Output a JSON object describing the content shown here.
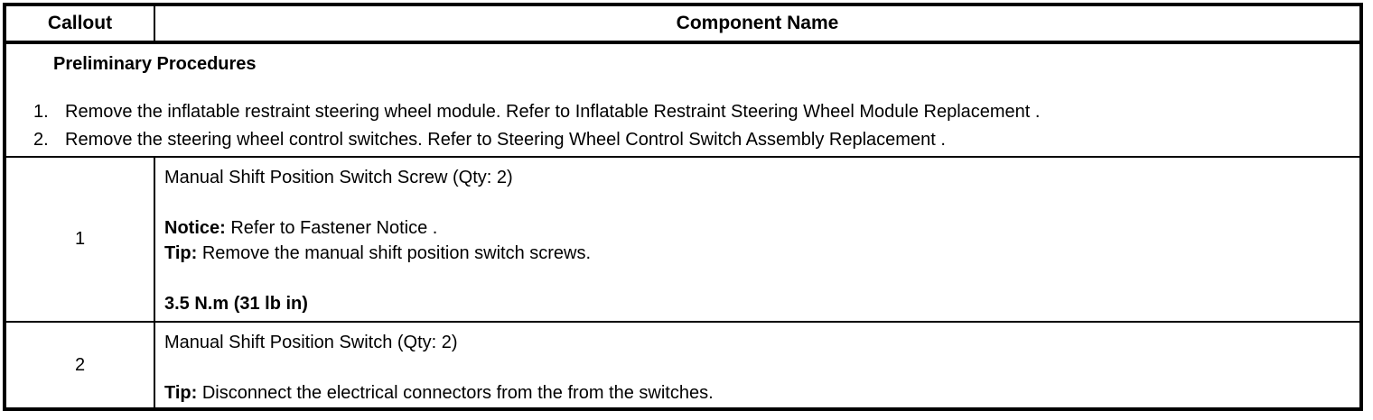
{
  "table": {
    "header": {
      "callout": "Callout",
      "component_name": "Component Name"
    },
    "preliminary": {
      "title": "Preliminary Procedures",
      "steps": [
        {
          "num": "1.",
          "text": "Remove the inflatable restraint steering wheel module. Refer to Inflatable Restraint Steering Wheel Module Replacement ."
        },
        {
          "num": "2.",
          "text": "Remove the steering wheel control switches. Refer to Steering Wheel Control Switch Assembly Replacement ."
        }
      ]
    },
    "rows": [
      {
        "callout": "1",
        "component": "Manual Shift Position Switch Screw (Qty: 2)",
        "notice_label": "Notice:",
        "notice_text": " Refer to Fastener Notice .",
        "tip_label": "Tip:",
        "tip_text": " Remove the manual shift position switch screws.",
        "torque": "3.5 N.m (31 lb in)"
      },
      {
        "callout": "2",
        "component": "Manual Shift Position Switch (Qty: 2)",
        "tip_label": "Tip:",
        "tip_text": " Disconnect the electrical connectors from the from the switches."
      }
    ]
  }
}
